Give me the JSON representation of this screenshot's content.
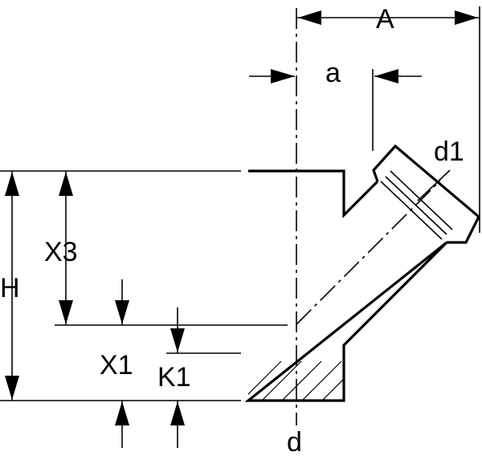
{
  "labels": {
    "A": "A",
    "a": "a",
    "d1": "d1",
    "H": "H",
    "X3": "X3",
    "X1": "X1",
    "K1": "K1",
    "d": "d"
  }
}
